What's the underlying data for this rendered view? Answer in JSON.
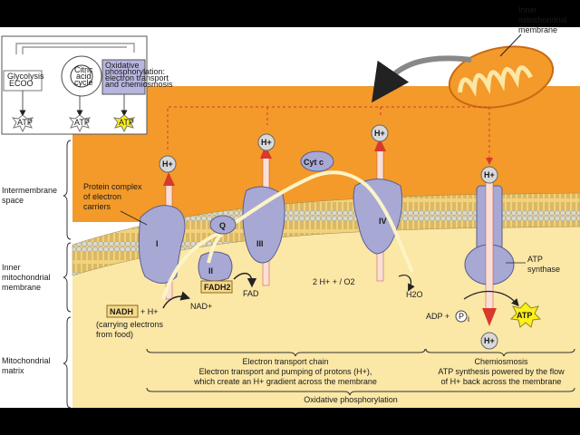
{
  "colors": {
    "intermembrane": "#f39a2b",
    "matrix": "#fbe7a6",
    "membrane_head": "#d8d8c8",
    "membrane_tail": "#e9c25f",
    "protein": "#a7a9d4",
    "arrow_red": "#d63a2b",
    "atp_burst": "#ffef1a",
    "label_box": "#f7d98a"
  },
  "overview": {
    "glycolysis": "Glycolysis",
    "glycolysis_sub": "ECOO",
    "citric": [
      "Citric",
      "acid",
      "cycle"
    ],
    "oxidative": [
      "Oxidative",
      "phosphorylation:",
      "electron transport",
      "and chemiosmosis"
    ],
    "atp": [
      "ATP",
      "ATP",
      "ATP"
    ]
  },
  "labels": {
    "inner_membrane_callout": [
      "Inner",
      "mitochondrial",
      "membrane"
    ],
    "side_intermembrane": [
      "Intermembrane",
      "space"
    ],
    "side_inner": [
      "Inner",
      "mitochondrial",
      "membrane"
    ],
    "side_matrix": [
      "Mitochondrial",
      "matrix"
    ],
    "protein_complex": [
      "Protein complex",
      "of electron",
      "carriers"
    ],
    "complex_I": "I",
    "complex_II": "II",
    "complex_III": "III",
    "complex_IV": "IV",
    "Q": "Q",
    "cytc": "Cyt c",
    "hplus": "H+",
    "nadh": "NADH",
    "nadh_plus": "+ H+",
    "nad": "NAD+",
    "fadh2": "FADH2",
    "fad": "FAD",
    "carrying": [
      "(carrying electrons",
      "from food)"
    ],
    "oxygen_eq": "2 H+ + / O2",
    "water": "H2O",
    "adp": "ADP +",
    "pi": "P",
    "pi_sub": "i",
    "atp": "ATP",
    "atp_synthase": [
      "ATP",
      "synthase"
    ],
    "etc_title": "Electron transport chain",
    "etc_desc": [
      "Electron transport and pumping of protons (H+),",
      "which create an H+ gradient across the membrane"
    ],
    "chemi_title": "Chemiosmosis",
    "chemi_desc": [
      "ATP synthesis powered by the flow",
      "of H+ back across the membrane"
    ],
    "oxphos": "Oxidative phosphorylation"
  }
}
